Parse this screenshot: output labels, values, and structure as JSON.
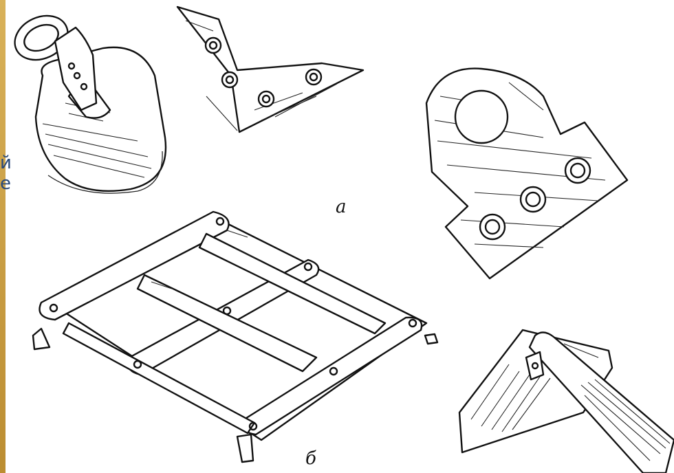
{
  "labels": {
    "a": "а",
    "b": "б"
  },
  "edge_text": "й\ne:",
  "colors": {
    "background": "#c9a24a",
    "sheet": "#ffffff",
    "ink": "#111111",
    "edge_text": "#2a4a7a"
  },
  "figures": [
    {
      "name": "clamp-with-oval-plate-icon"
    },
    {
      "name": "angle-bracket-icon"
    },
    {
      "name": "shaped-plate-icon"
    },
    {
      "name": "frame-assembly-icon"
    },
    {
      "name": "handle-on-wedge-icon"
    }
  ]
}
